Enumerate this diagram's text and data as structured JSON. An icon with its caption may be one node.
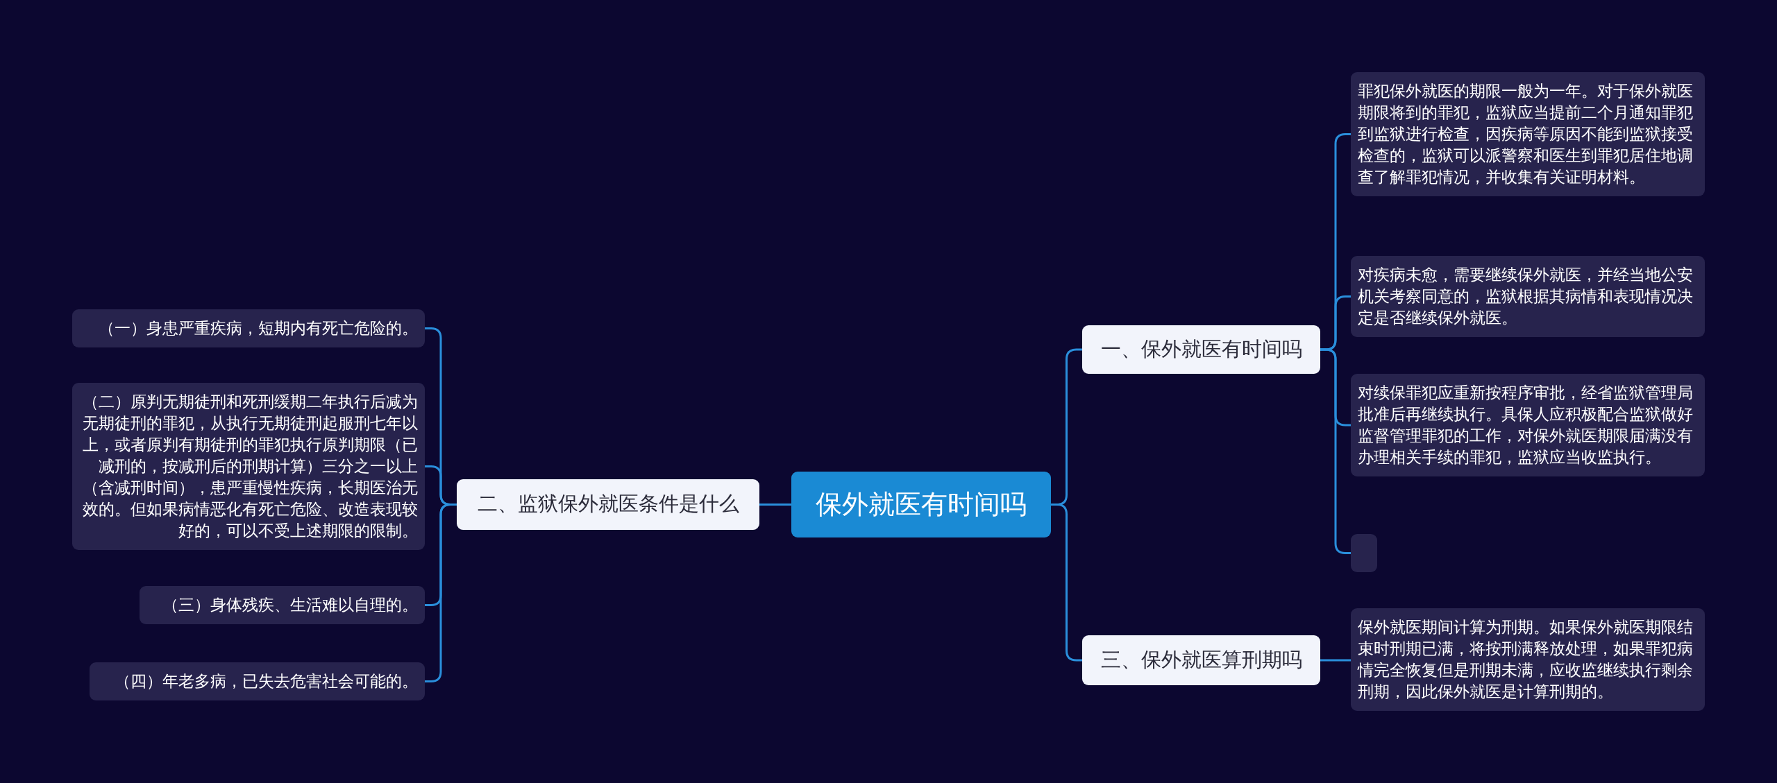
{
  "diagram": {
    "nodes": [
      {
        "text": [
          "保外就医有时间吗"
        ]
      },
      {
        "text": [
          "一、保外就医有时间吗"
        ]
      },
      {
        "text": [
          "罪犯保外就医的期限一般为一年。对于保外就医期限将到的罪犯，监狱应当提前二个月通知罪犯到监狱进行检查，因疾病等原因不能到监狱接受检查的，监狱可以派警察和医生到罪犯居住地调查了解罪犯情况，并收集有关证明材料。"
        ]
      },
      {
        "text": [
          "对疾病未愈，需要继续保外就医，并经当地公安机关考察同意的，监狱根据其病情和表现情况决定是否继续保外就医。"
        ]
      },
      {
        "text": [
          "对续保罪犯应重新按程序审批，经省监狱管理局批准后再继续执行。具保人应积极配合监狱做好监督管理罪犯的工作，对保外就医期限届满没有办理相关手续的罪犯，监狱应当收监执行。"
        ]
      },
      {
        "text": [],
        "shape": "box"
      },
      {
        "text": [
          "二、监狱保外就医条件是什么"
        ]
      },
      {
        "text": [
          "（一）身患严重疾病，短期内有死亡危险的。"
        ]
      },
      {
        "text": [
          "（二）原判无期徒刑和死刑缓期二年执行后减为无期徒刑的罪犯，从执行无期徒刑起服刑七年以上，或者原判有期徒刑的罪犯执行原判期限（已减刑的，按减刑后的刑期计算）三分之一以上（含减刑时间），患严重慢性疾病，长期医治无效的。但如果病情恶化有死亡危险、改造表现较好的，可以不受上述期限的限制。"
        ]
      },
      {
        "text": [
          "（三）身体残疾、生活难以自理的。"
        ]
      },
      {
        "text": [
          "（四）年老多病，已失去危害社会可能的。"
        ]
      },
      {
        "text": [
          "三、保外就医算刑期吗"
        ]
      },
      {
        "text": [
          "保外就医期间计算为刑期。如果保外就医期限结束时刑期已满，将按刑满释放处理，如果罪犯病情完全恢复但是刑期未满，应收监继续执行剩余刑期，因此保外就医是计算刑期的。"
        ]
      }
    ],
    "edges": [
      {
        "from": 0,
        "to": 1,
        "arrow": "none"
      },
      {
        "from": 1,
        "to": 2,
        "arrow": "none"
      },
      {
        "from": 1,
        "to": 3,
        "arrow": "none"
      },
      {
        "from": 1,
        "to": 4,
        "arrow": "none"
      },
      {
        "from": 1,
        "to": 5,
        "arrow": "none"
      },
      {
        "from": 0,
        "to": 6,
        "arrow": "none"
      },
      {
        "from": 6,
        "to": 7,
        "arrow": "none"
      },
      {
        "from": 6,
        "to": 8,
        "arrow": "none"
      },
      {
        "from": 6,
        "to": 9,
        "arrow": "none"
      },
      {
        "from": 6,
        "to": 10,
        "arrow": "none"
      },
      {
        "from": 0,
        "to": 11,
        "arrow": "none"
      },
      {
        "from": 11,
        "to": 12,
        "arrow": "none"
      }
    ]
  }
}
